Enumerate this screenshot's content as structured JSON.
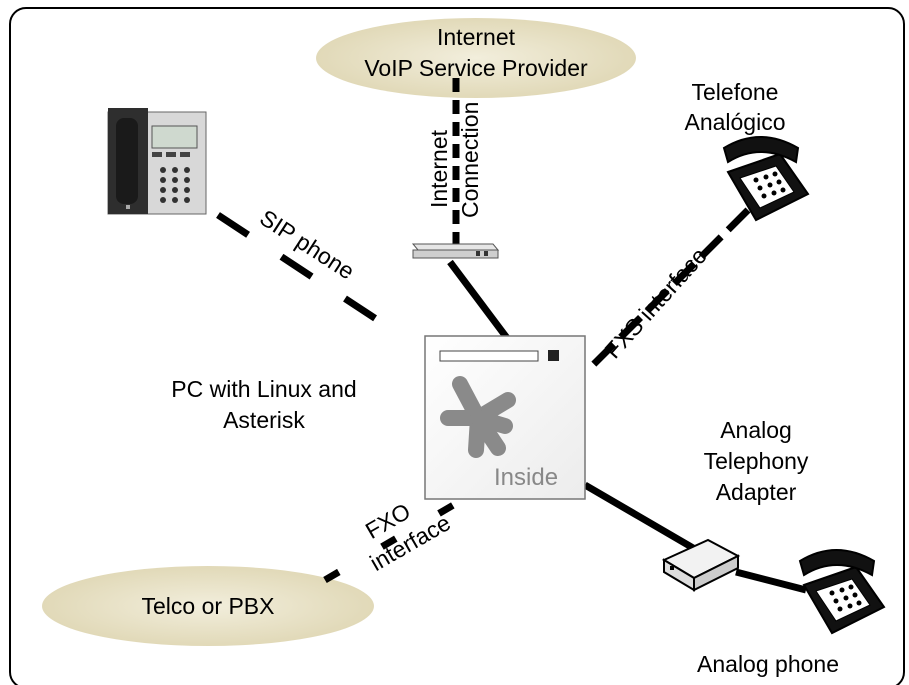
{
  "labels": {
    "internet_line1": "Internet",
    "internet_line2": "VoIP Service Provider",
    "telefone_line1": "Telefone",
    "telefone_line2": "Analógico",
    "internet_conn_line1": "Internet",
    "internet_conn_line2": "Connection",
    "sip_phone": "SIP phone",
    "fxs_interface": "FXS interface",
    "pc_line1": "PC with Linux and",
    "pc_line2": "Asterisk",
    "ata_line1": "Analog",
    "ata_line2": "Telephony",
    "ata_line3": "Adapter",
    "fxo_line1": "FXO",
    "fxo_line2": "interface",
    "telco": "Telco or PBX",
    "analog_phone": "Analog phone",
    "server_brand": "Inside"
  },
  "colors": {
    "cloud": "#e8e2c8",
    "asterisk_star": "#8a8a8a",
    "line": "#000000",
    "device_gray": "#9a9a9a"
  }
}
